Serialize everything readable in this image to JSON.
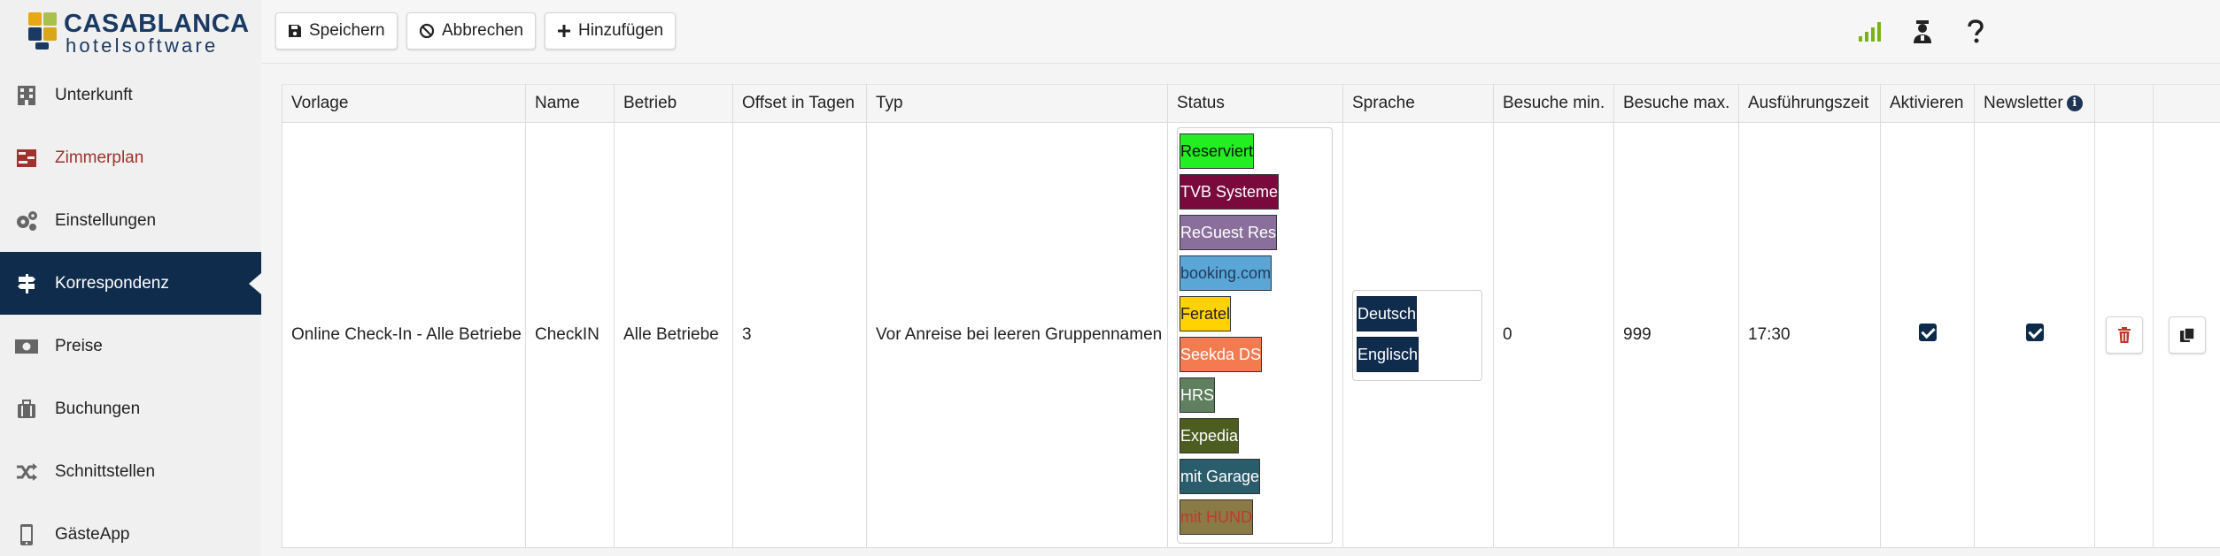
{
  "brand": {
    "line1": "CASABLANCA",
    "line2": "hotelsoftware"
  },
  "sidebar": {
    "items": [
      {
        "label": "Unterkunft",
        "icon": "building-icon"
      },
      {
        "label": "Zimmerplan",
        "icon": "room-plan-icon"
      },
      {
        "label": "Einstellungen",
        "icon": "gears-icon"
      },
      {
        "label": "Korrespondenz",
        "icon": "signpost-icon"
      },
      {
        "label": "Preise",
        "icon": "money-icon"
      },
      {
        "label": "Buchungen",
        "icon": "suitcase-icon"
      },
      {
        "label": "Schnittstellen",
        "icon": "shuffle-icon"
      },
      {
        "label": "GästeApp",
        "icon": "mobile-icon"
      }
    ]
  },
  "toolbar": {
    "save_label": "Speichern",
    "cancel_label": "Abbrechen",
    "add_label": "Hinzufügen"
  },
  "table": {
    "headers": {
      "vorlage": "Vorlage",
      "name": "Name",
      "betrieb": "Betrieb",
      "offset": "Offset in Tagen",
      "typ": "Typ",
      "status": "Status",
      "sprache": "Sprache",
      "besuche_min": "Besuche min.",
      "besuche_max": "Besuche max.",
      "ausfuehrungszeit": "Ausführungszeit",
      "aktivieren": "Aktivieren",
      "newsletter": "Newsletter"
    },
    "row": {
      "vorlage": "Online Check-In - Alle Betriebe",
      "name": "CheckIN",
      "betrieb": "Alle Betriebe",
      "offset": "3",
      "typ": "Vor Anreise bei leeren Gruppennamen",
      "status_tags": [
        {
          "label": "Reserviert",
          "bg": "#22ee22",
          "fg": "#111111"
        },
        {
          "label": "TVB Systeme",
          "bg": "#7a0a3e",
          "fg": "#ffffff"
        },
        {
          "label": "ReGuest Res",
          "bg": "#8a6f9c",
          "fg": "#ffffff"
        },
        {
          "label": "booking.com",
          "bg": "#5aa6d6",
          "fg": "#1e3a5a"
        },
        {
          "label": "Feratel",
          "bg": "#ffd200",
          "fg": "#222222"
        },
        {
          "label": "Seekda DS",
          "bg": "#f47a50",
          "fg": "#ffffff"
        },
        {
          "label": "HRS",
          "bg": "#5f7f5f",
          "fg": "#ffffff"
        },
        {
          "label": "Expedia",
          "bg": "#4d5d20",
          "fg": "#ffffff"
        },
        {
          "label": "mit Garage",
          "bg": "#2a5d6c",
          "fg": "#ffffff"
        },
        {
          "label": "mit HUND",
          "bg": "#8a7a45",
          "fg": "#c0392b"
        }
      ],
      "languages": [
        "Deutsch",
        "Englisch"
      ],
      "besuche_min": "0",
      "besuche_max": "999",
      "ausfuehrungszeit": "17:30",
      "aktivieren": true,
      "newsletter": true
    }
  },
  "colors": {
    "navy": "#102c4d",
    "accent_red": "#a0322c",
    "signal_green": "#7ab317"
  }
}
